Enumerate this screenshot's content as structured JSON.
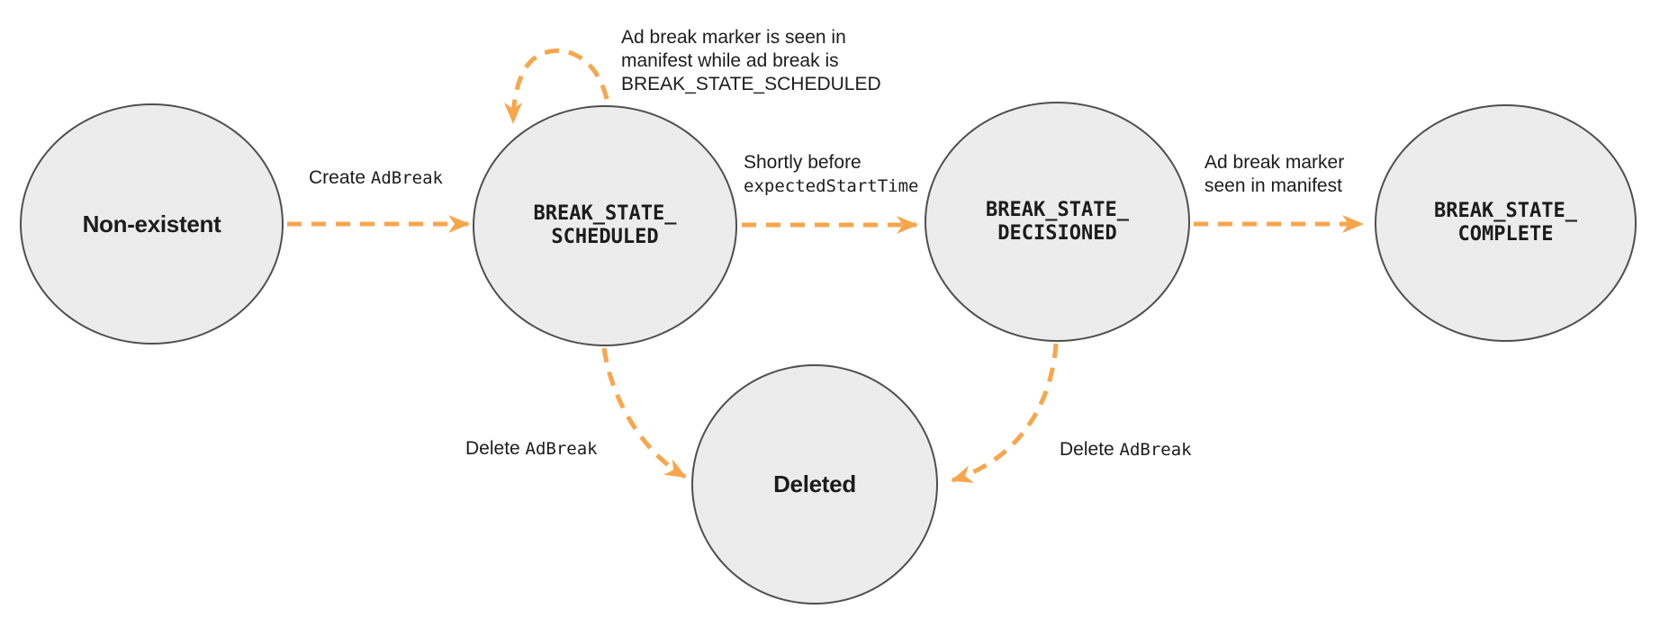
{
  "colors": {
    "arrow": "#F8A64C",
    "node-fill": "#ECECEC",
    "node-stroke": "#4F4F4F",
    "text": "#1C1C1C"
  },
  "states": {
    "non_existent": {
      "label": "Non-existent"
    },
    "scheduled": {
      "line1": "BREAK_STATE_",
      "line2": "SCHEDULED"
    },
    "decisioned": {
      "line1": "BREAK_STATE_",
      "line2": "DECISIONED"
    },
    "complete": {
      "line1": "BREAK_STATE_",
      "line2": "COMPLETE"
    },
    "deleted": {
      "label": "Deleted"
    }
  },
  "transitions": {
    "create": {
      "plain": "Create ",
      "code": "AdBreak"
    },
    "self_loop": {
      "line1": "Ad break marker is seen in",
      "line2": "manifest while ad break is",
      "line3": "BREAK_STATE_SCHEDULED"
    },
    "decision": {
      "plain": "Shortly before",
      "code": "expectedStartTime"
    },
    "complete": {
      "line1": "Ad break marker",
      "line2": "seen in manifest"
    },
    "delete_scheduled": {
      "plain": "Delete ",
      "code": "AdBreak"
    },
    "delete_decisioned": {
      "plain": "Delete ",
      "code": "AdBreak"
    }
  }
}
